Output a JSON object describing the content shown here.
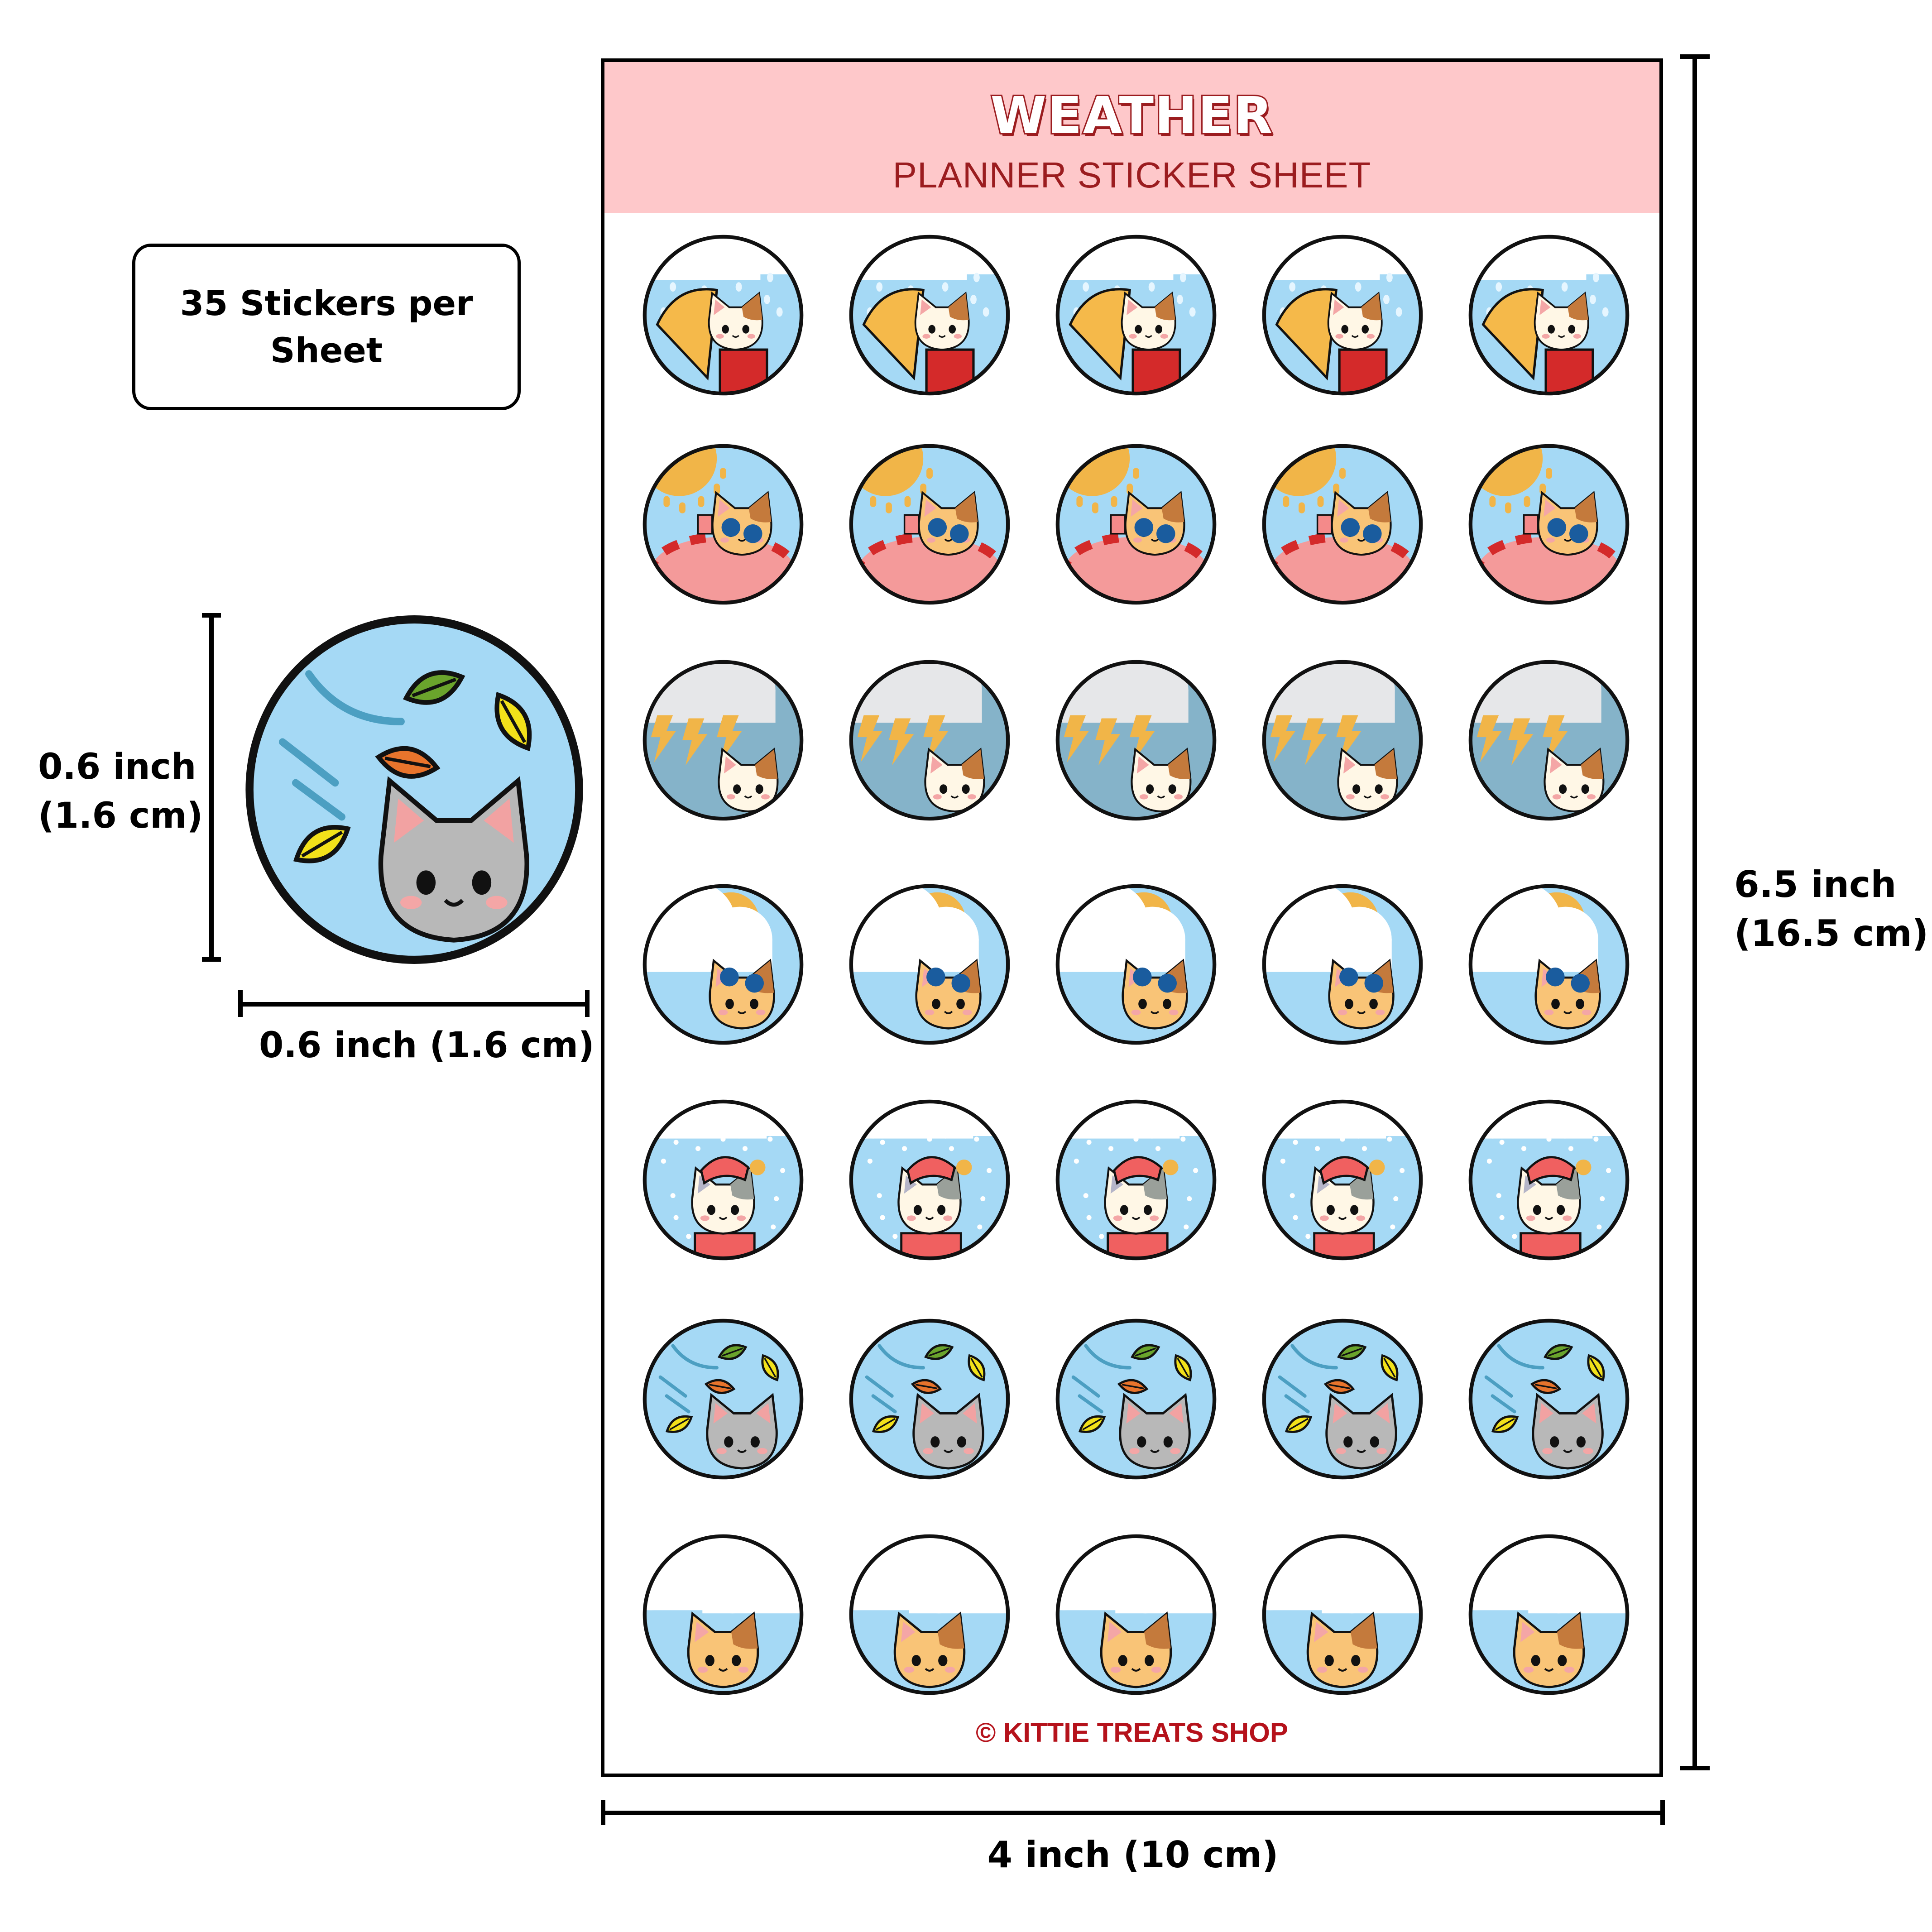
{
  "info_box": {
    "text": "35 Stickers per Sheet"
  },
  "sample_sticker": {
    "theme": "windy",
    "height_label": [
      "0.6 inch",
      "(1.6 cm)"
    ],
    "width_label": "0.6 inch (1.6 cm)"
  },
  "sheet": {
    "title": "WEATHER",
    "subtitle": "PLANNER STICKER SHEET",
    "footer": "© KITTIE TREATS SHOP",
    "columns": 5,
    "rows": [
      {
        "theme": "rainy",
        "count": 5
      },
      {
        "theme": "sunny",
        "count": 5
      },
      {
        "theme": "stormy",
        "count": 5
      },
      {
        "theme": "partly-cloudy",
        "count": 5
      },
      {
        "theme": "snowy",
        "count": 5
      },
      {
        "theme": "windy",
        "count": 5
      },
      {
        "theme": "cloudy",
        "count": 5
      }
    ]
  },
  "dimensions": {
    "height_label": [
      "6.5 inch",
      "(16.5 cm)"
    ],
    "width_label": "4 inch (10 cm)"
  },
  "colors": {
    "header_bg": "#fec8ca",
    "title_outline": "#9b1c1f",
    "footer_text": "#b5121b",
    "sky": "#a5d9f5",
    "storm_sky": "#85b3c9",
    "sun": "#f1b548",
    "cloud": "#ffffff",
    "storm_cloud": "#e6e7e9"
  }
}
